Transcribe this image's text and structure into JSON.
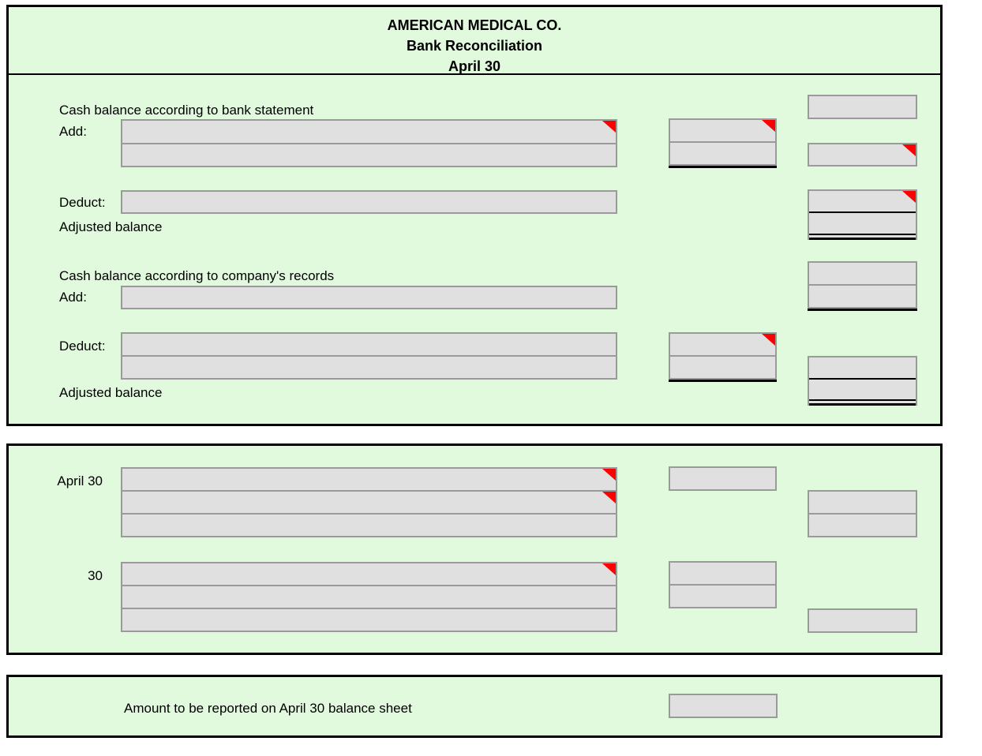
{
  "colors": {
    "panel_background": "#E1FADE",
    "panel_border": "#000000",
    "input_background": "#E0E0E0",
    "input_border": "#9A9A9A",
    "error_flag": "#FF0000",
    "rule": "#000000"
  },
  "header": {
    "company_name": "AMERICAN MEDICAL CO.",
    "statement_title": "Bank Reconciliation",
    "statement_date": "April 30"
  },
  "bank_section": {
    "title": "Cash balance according to bank statement",
    "add_label": "Add:",
    "deduct_label": "Deduct:",
    "adjusted_balance_label": "Adjusted balance"
  },
  "company_section": {
    "title": "Cash balance according to company's records",
    "add_label": "Add:",
    "deduct_label": "Deduct:",
    "adjusted_balance_label": "Adjusted balance"
  },
  "journal": {
    "entry1_date": "April 30",
    "entry2_date": "30"
  },
  "footer": {
    "balance_sheet_label": "Amount to be reported on April 30 balance sheet"
  },
  "input_value": ""
}
